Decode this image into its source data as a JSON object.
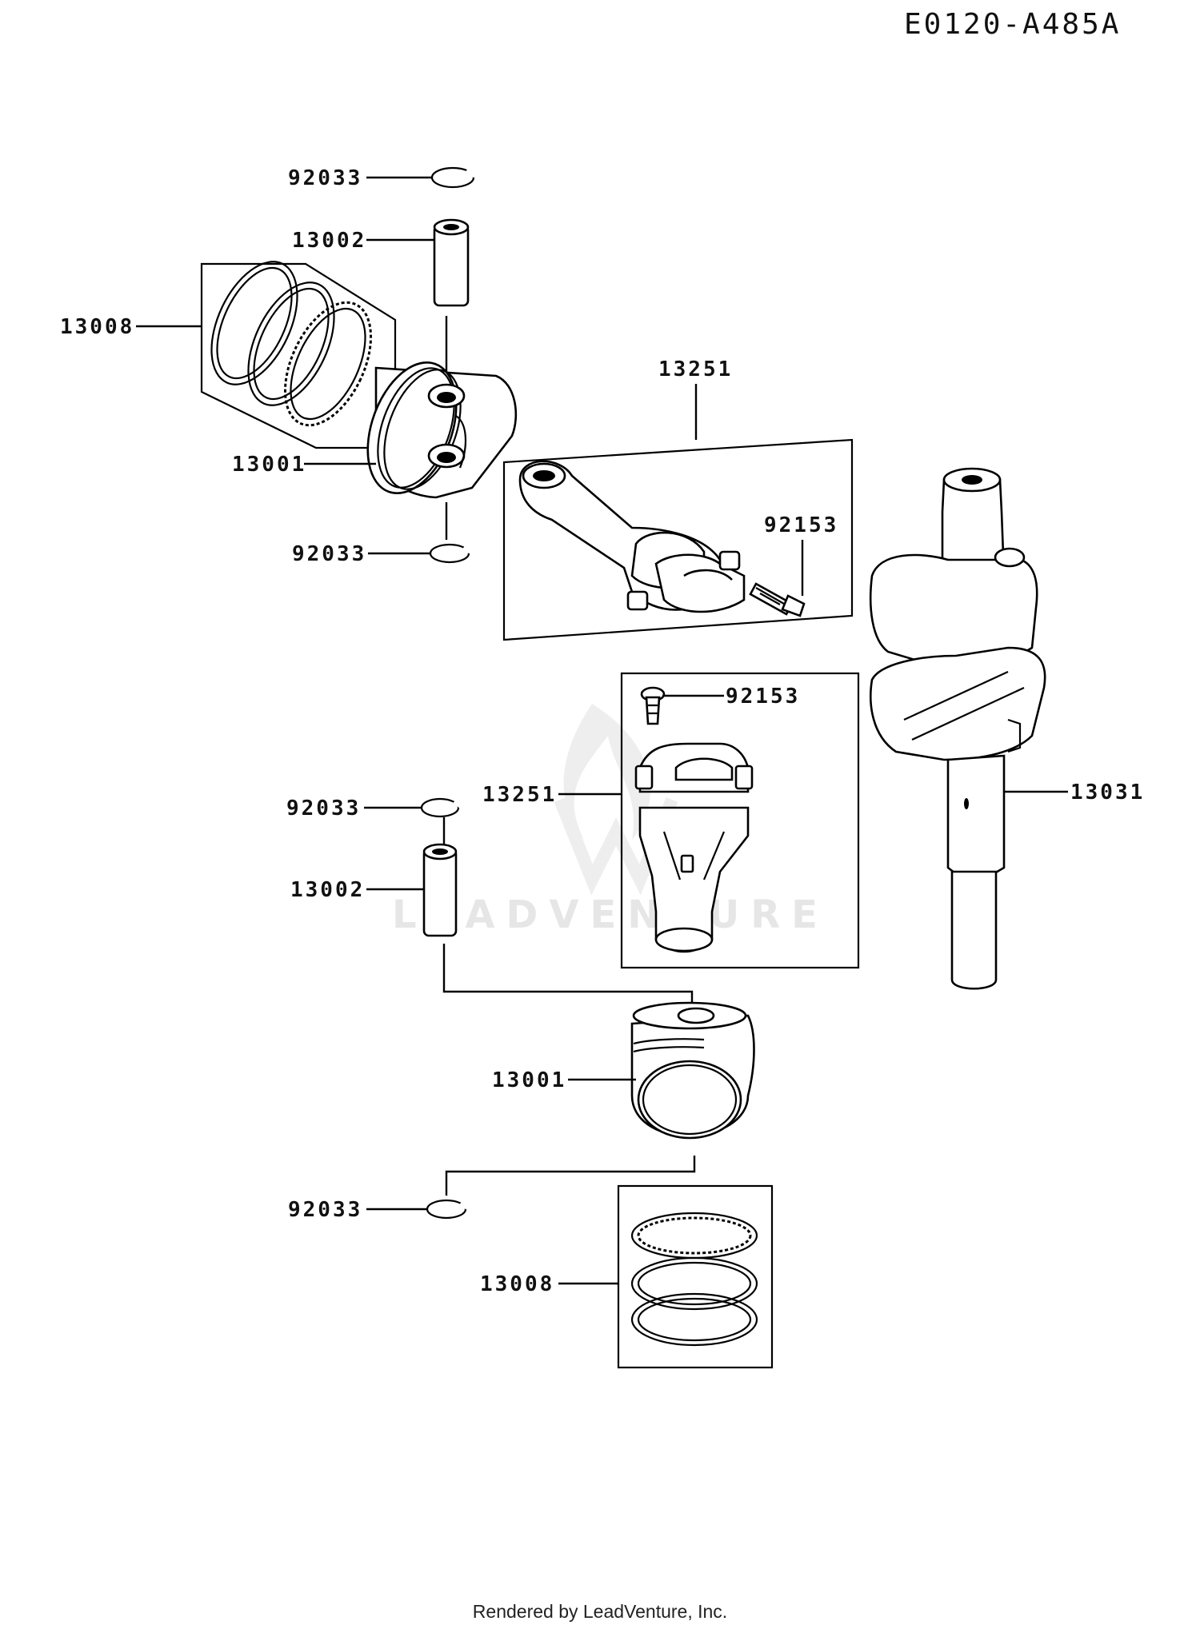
{
  "diagram": {
    "code": "E0120-A485A",
    "watermark": "LEADVENTURE",
    "labels": {
      "circlip_top_1": "92033",
      "pin_top": "13002",
      "rings_top": "13008",
      "piston_top": "13001",
      "circlip_top_2": "92033",
      "rod_top": "13251",
      "bolt_top": "92153",
      "bolt_bottom": "92153",
      "rod_bottom": "13251",
      "crankshaft": "13031",
      "circlip_bottom_1": "92033",
      "pin_bottom": "13002",
      "piston_bottom": "13001",
      "circlip_bottom_2": "92033",
      "rings_bottom": "13008"
    }
  },
  "footer": {
    "text": "Rendered by LeadVenture, Inc."
  }
}
